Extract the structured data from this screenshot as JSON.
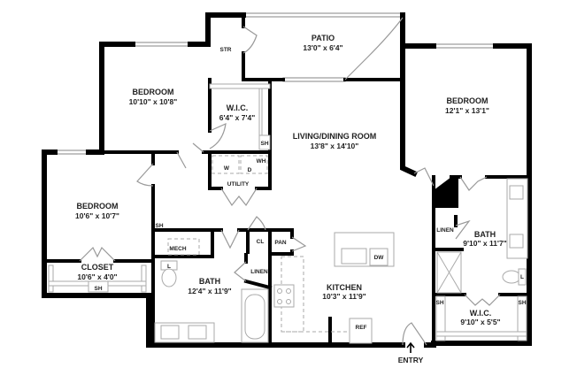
{
  "rooms": {
    "patio": {
      "name": "PATIO",
      "dims": "13'0\" x 6'4\""
    },
    "bedroom_upper": {
      "name": "BEDROOM",
      "dims": "10'10\" x 10'8\""
    },
    "wic_upper": {
      "name": "W.I.C.",
      "dims": "6'4\" x 7'4\""
    },
    "living": {
      "name": "LIVING/DINING ROOM",
      "dims": "13'8\" x 14'10\""
    },
    "bedroom_right": {
      "name": "BEDROOM",
      "dims": "12'1\" x 13'1\""
    },
    "bedroom_left": {
      "name": "BEDROOM",
      "dims": "10'6\" x 10'7\""
    },
    "closet": {
      "name": "CLOSET",
      "dims": "10'6\" x 4'0\""
    },
    "bath_left": {
      "name": "BATH",
      "dims": "12'4\" x 11'9\""
    },
    "kitchen": {
      "name": "KITCHEN",
      "dims": "10'3\" x 11'9\""
    },
    "bath_right": {
      "name": "BATH",
      "dims": "9'10\" x 11'7\""
    },
    "wic_right": {
      "name": "W.I.C.",
      "dims": "9'10\" x 5'5\""
    }
  },
  "labels": {
    "str": "STR",
    "utility": "UTILITY",
    "w": "W",
    "d": "D",
    "wh": "WH",
    "sh": "SH",
    "mech": "MECH",
    "cl": "CL",
    "pan": "PAN",
    "linen": "LINEN",
    "l": "L",
    "dw": "DW",
    "ref": "REF",
    "entry": "ENTRY"
  },
  "icons": {
    "entry": "arrow-up-icon"
  }
}
